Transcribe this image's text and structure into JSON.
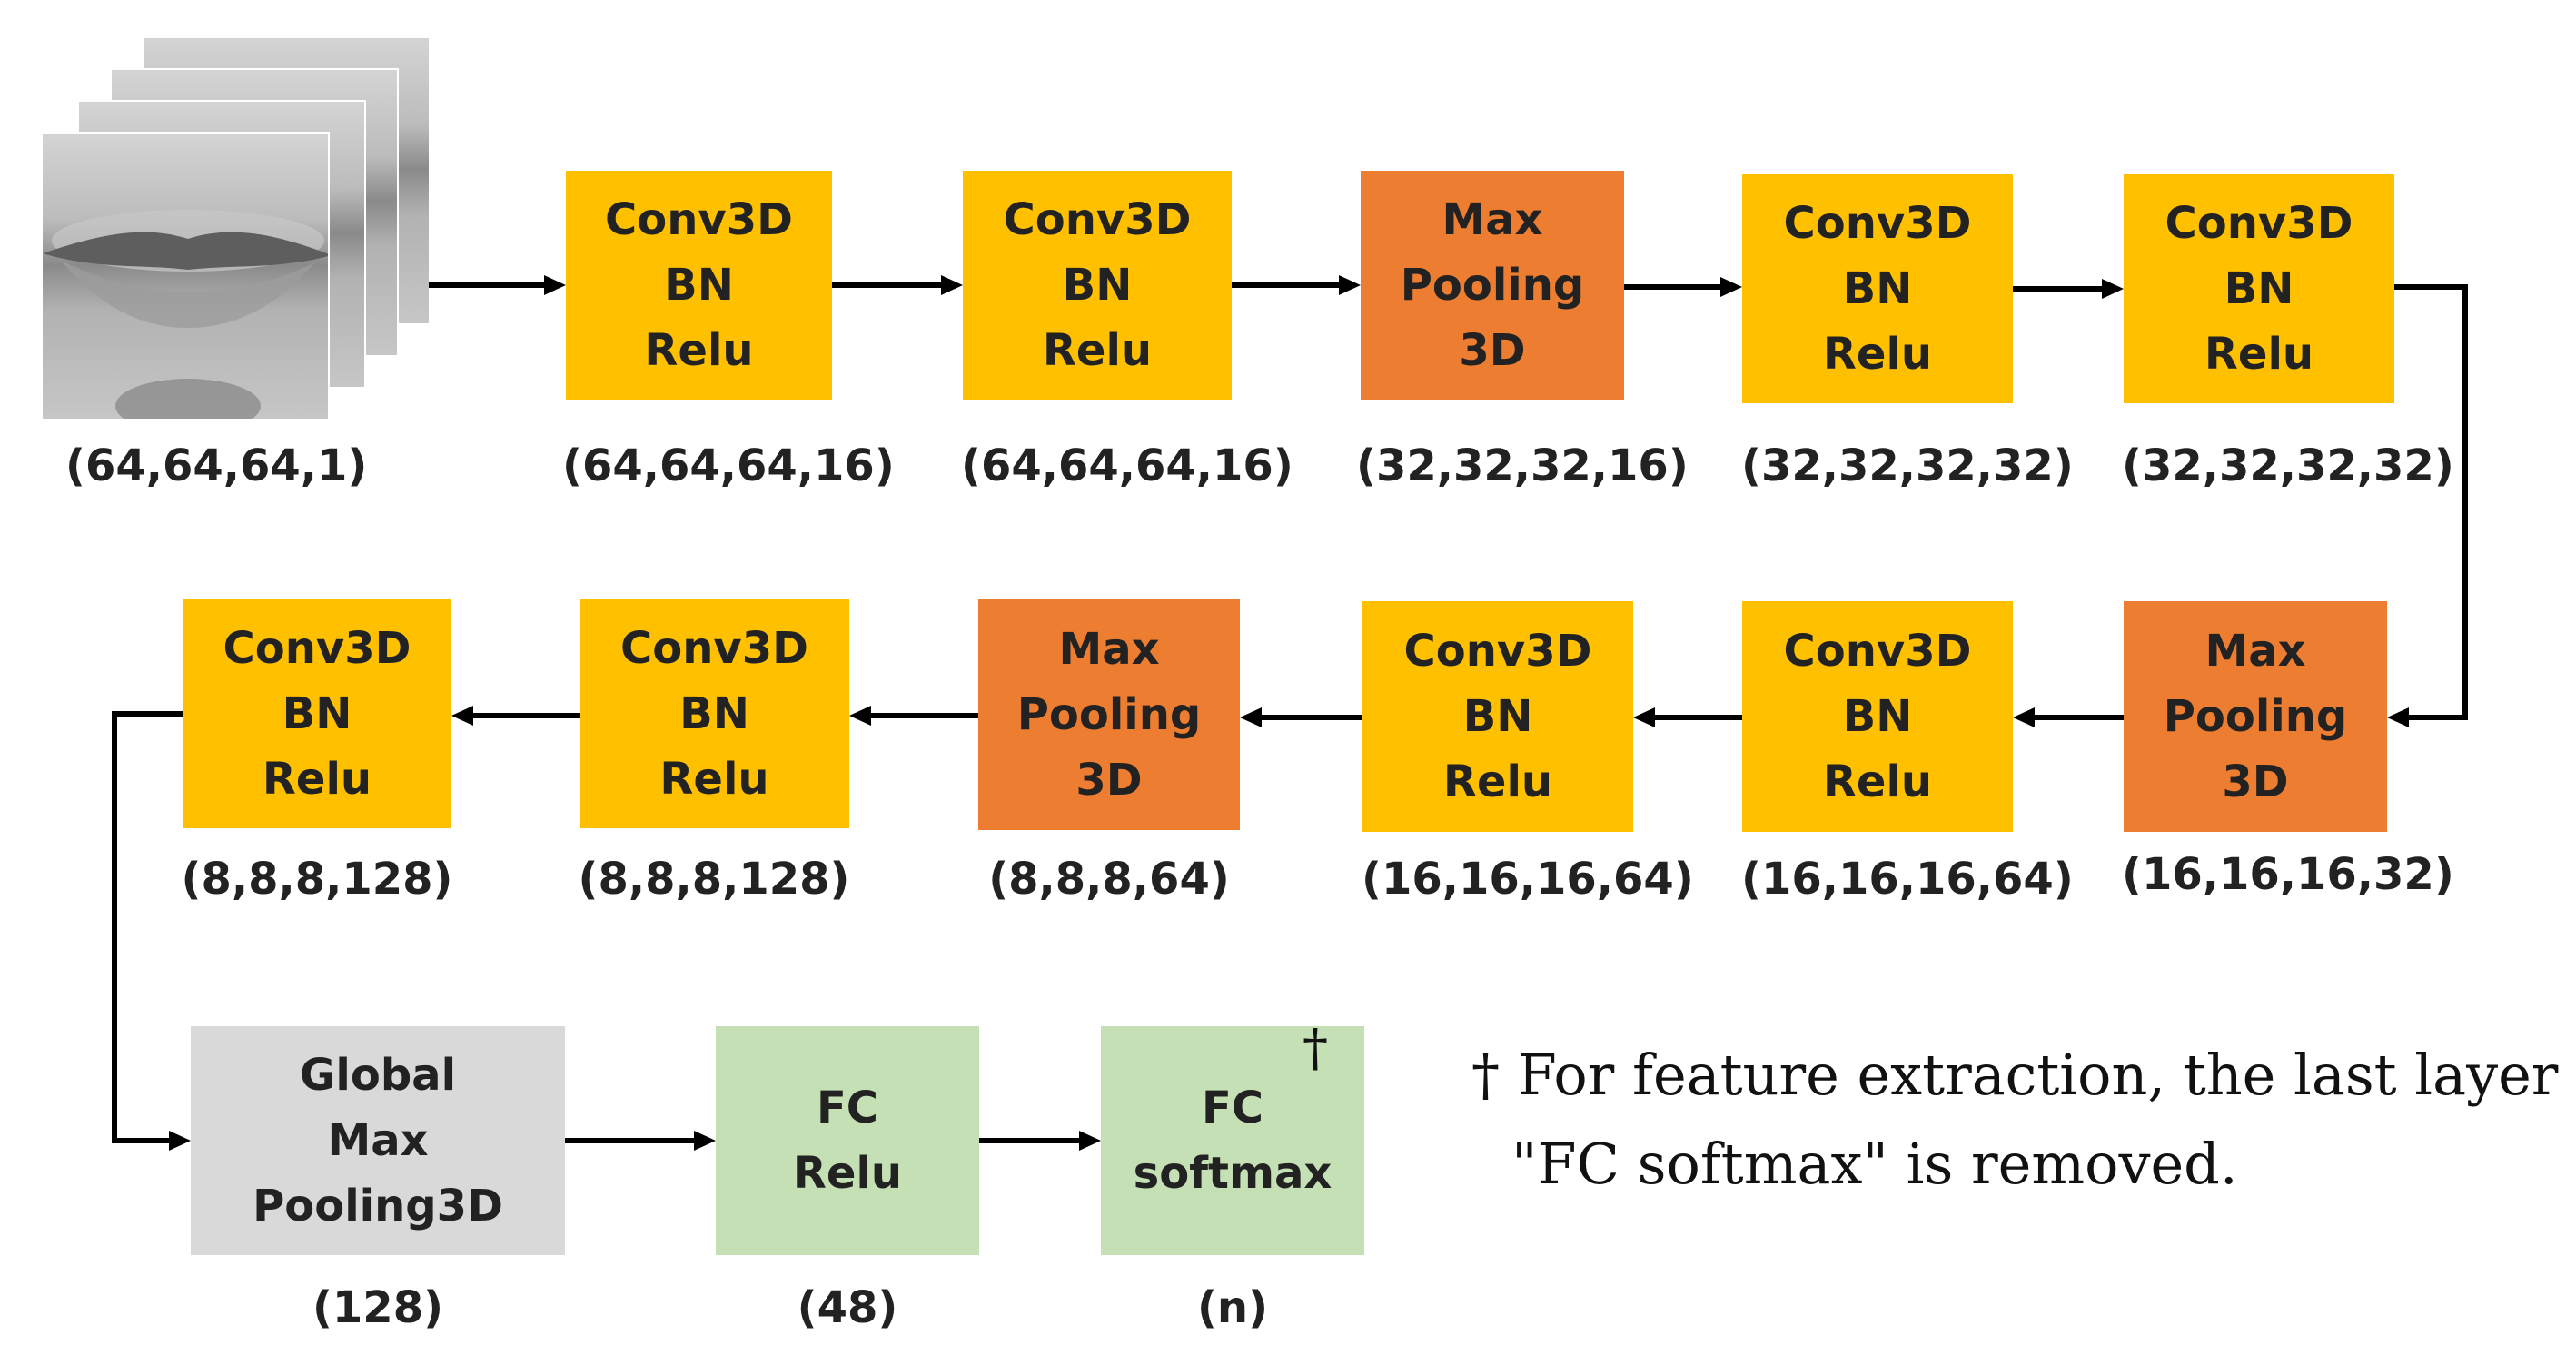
{
  "input": {
    "frames": 4,
    "shape": "(64,64,64,1)"
  },
  "row1": [
    {
      "type": "conv",
      "lines": [
        "Conv3D",
        "BN",
        "Relu"
      ],
      "shape": "(64,64,64,16)"
    },
    {
      "type": "conv",
      "lines": [
        "Conv3D",
        "BN",
        "Relu"
      ],
      "shape": "(64,64,64,16)"
    },
    {
      "type": "pool",
      "lines": [
        "Max",
        "Pooling",
        "3D"
      ],
      "shape": "(32,32,32,16)"
    },
    {
      "type": "conv",
      "lines": [
        "Conv3D",
        "BN",
        "Relu"
      ],
      "shape": "(32,32,32,32)"
    },
    {
      "type": "conv",
      "lines": [
        "Conv3D",
        "BN",
        "Relu"
      ],
      "shape": "(32,32,32,32)"
    }
  ],
  "row2": [
    {
      "type": "conv",
      "lines": [
        "Conv3D",
        "BN",
        "Relu"
      ],
      "shape": "(8,8,8,128)"
    },
    {
      "type": "conv",
      "lines": [
        "Conv3D",
        "BN",
        "Relu"
      ],
      "shape": "(8,8,8,128)"
    },
    {
      "type": "pool",
      "lines": [
        "Max",
        "Pooling",
        "3D"
      ],
      "shape": "(8,8,8,64)"
    },
    {
      "type": "conv",
      "lines": [
        "Conv3D",
        "BN",
        "Relu"
      ],
      "shape": "(16,16,16,64)"
    },
    {
      "type": "conv",
      "lines": [
        "Conv3D",
        "BN",
        "Relu"
      ],
      "shape": "(16,16,16,64)"
    },
    {
      "type": "pool",
      "lines": [
        "Max",
        "Pooling",
        "3D"
      ],
      "shape": "(16,16,16,32)"
    }
  ],
  "row3": [
    {
      "type": "gmp",
      "lines": [
        "Global",
        "Max",
        "Pooling3D"
      ],
      "shape": "(128)"
    },
    {
      "type": "fc",
      "lines": [
        "FC",
        "Relu"
      ],
      "shape": "(48)"
    },
    {
      "type": "fc",
      "lines": [
        "FC",
        "softmax"
      ],
      "shape": "(n)"
    }
  ],
  "dagger": "†",
  "footnote": {
    "line1": "† For feature extraction, the last layer",
    "line2": "\"FC softmax\" is removed."
  },
  "colors": {
    "conv": "#ffc000",
    "pool": "#ed7d31",
    "gmp": "#d9d9d9",
    "fc": "#c5e0b4",
    "arrow": "#000000"
  }
}
